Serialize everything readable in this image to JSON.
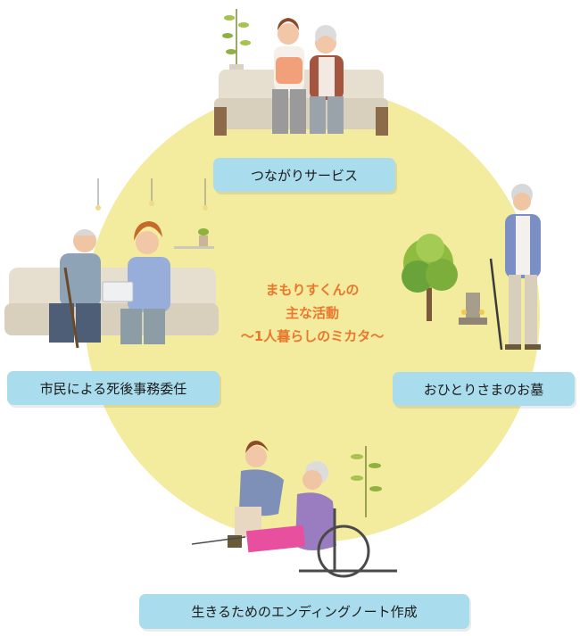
{
  "center": {
    "line1": "まもりすくんの",
    "line2": "主な活動",
    "line3": "〜1人暮らしのミカタ〜"
  },
  "items": [
    {
      "label": "つながりサービス"
    },
    {
      "label": "おひとりさまのお墓"
    },
    {
      "label": "生きるためのエンディングノート作成"
    },
    {
      "label": "市民による死後事務委任"
    }
  ],
  "colors": {
    "circle": "#f3eb9d",
    "label_bg": "#a9dcec",
    "center_text": "#e8782d"
  }
}
